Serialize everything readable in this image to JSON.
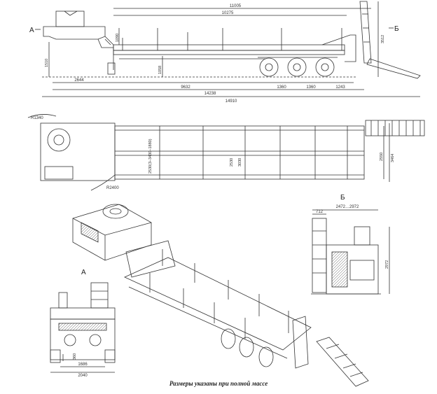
{
  "views": {
    "section_a_label": "А",
    "section_b_label": "Б",
    "bottom_a_label": "А",
    "right_b_label": "Б"
  },
  "side_view": {
    "dims": {
      "overall_deck": "11005",
      "deck": "10275",
      "stake_height": "1090",
      "total_height": "3512",
      "neck_height": "1510",
      "deck_height": "1058",
      "kingpin": "2644",
      "to_axles": "9632",
      "axle1": "1360",
      "axle2": "1360",
      "rear": "1243",
      "length_to_ramp": "14238",
      "overall_length": "14910"
    }
  },
  "top_view": {
    "dims": {
      "radius_front": "R1340",
      "radius_swing": "R2400",
      "width_range": "2530(3–3430–1880)",
      "inner_width": "2530",
      "deck_width": "3030",
      "rear_width": "2550",
      "overall_width": "3464"
    }
  },
  "rear_view": {
    "dims": {
      "spread": "2472…2972",
      "ramp_offset": "712",
      "height": "2972"
    }
  },
  "front_view": {
    "dims": {
      "kingpin_height": "360",
      "track": "1686",
      "width": "2040"
    }
  },
  "caption": "Размеры указаны при полной массе"
}
